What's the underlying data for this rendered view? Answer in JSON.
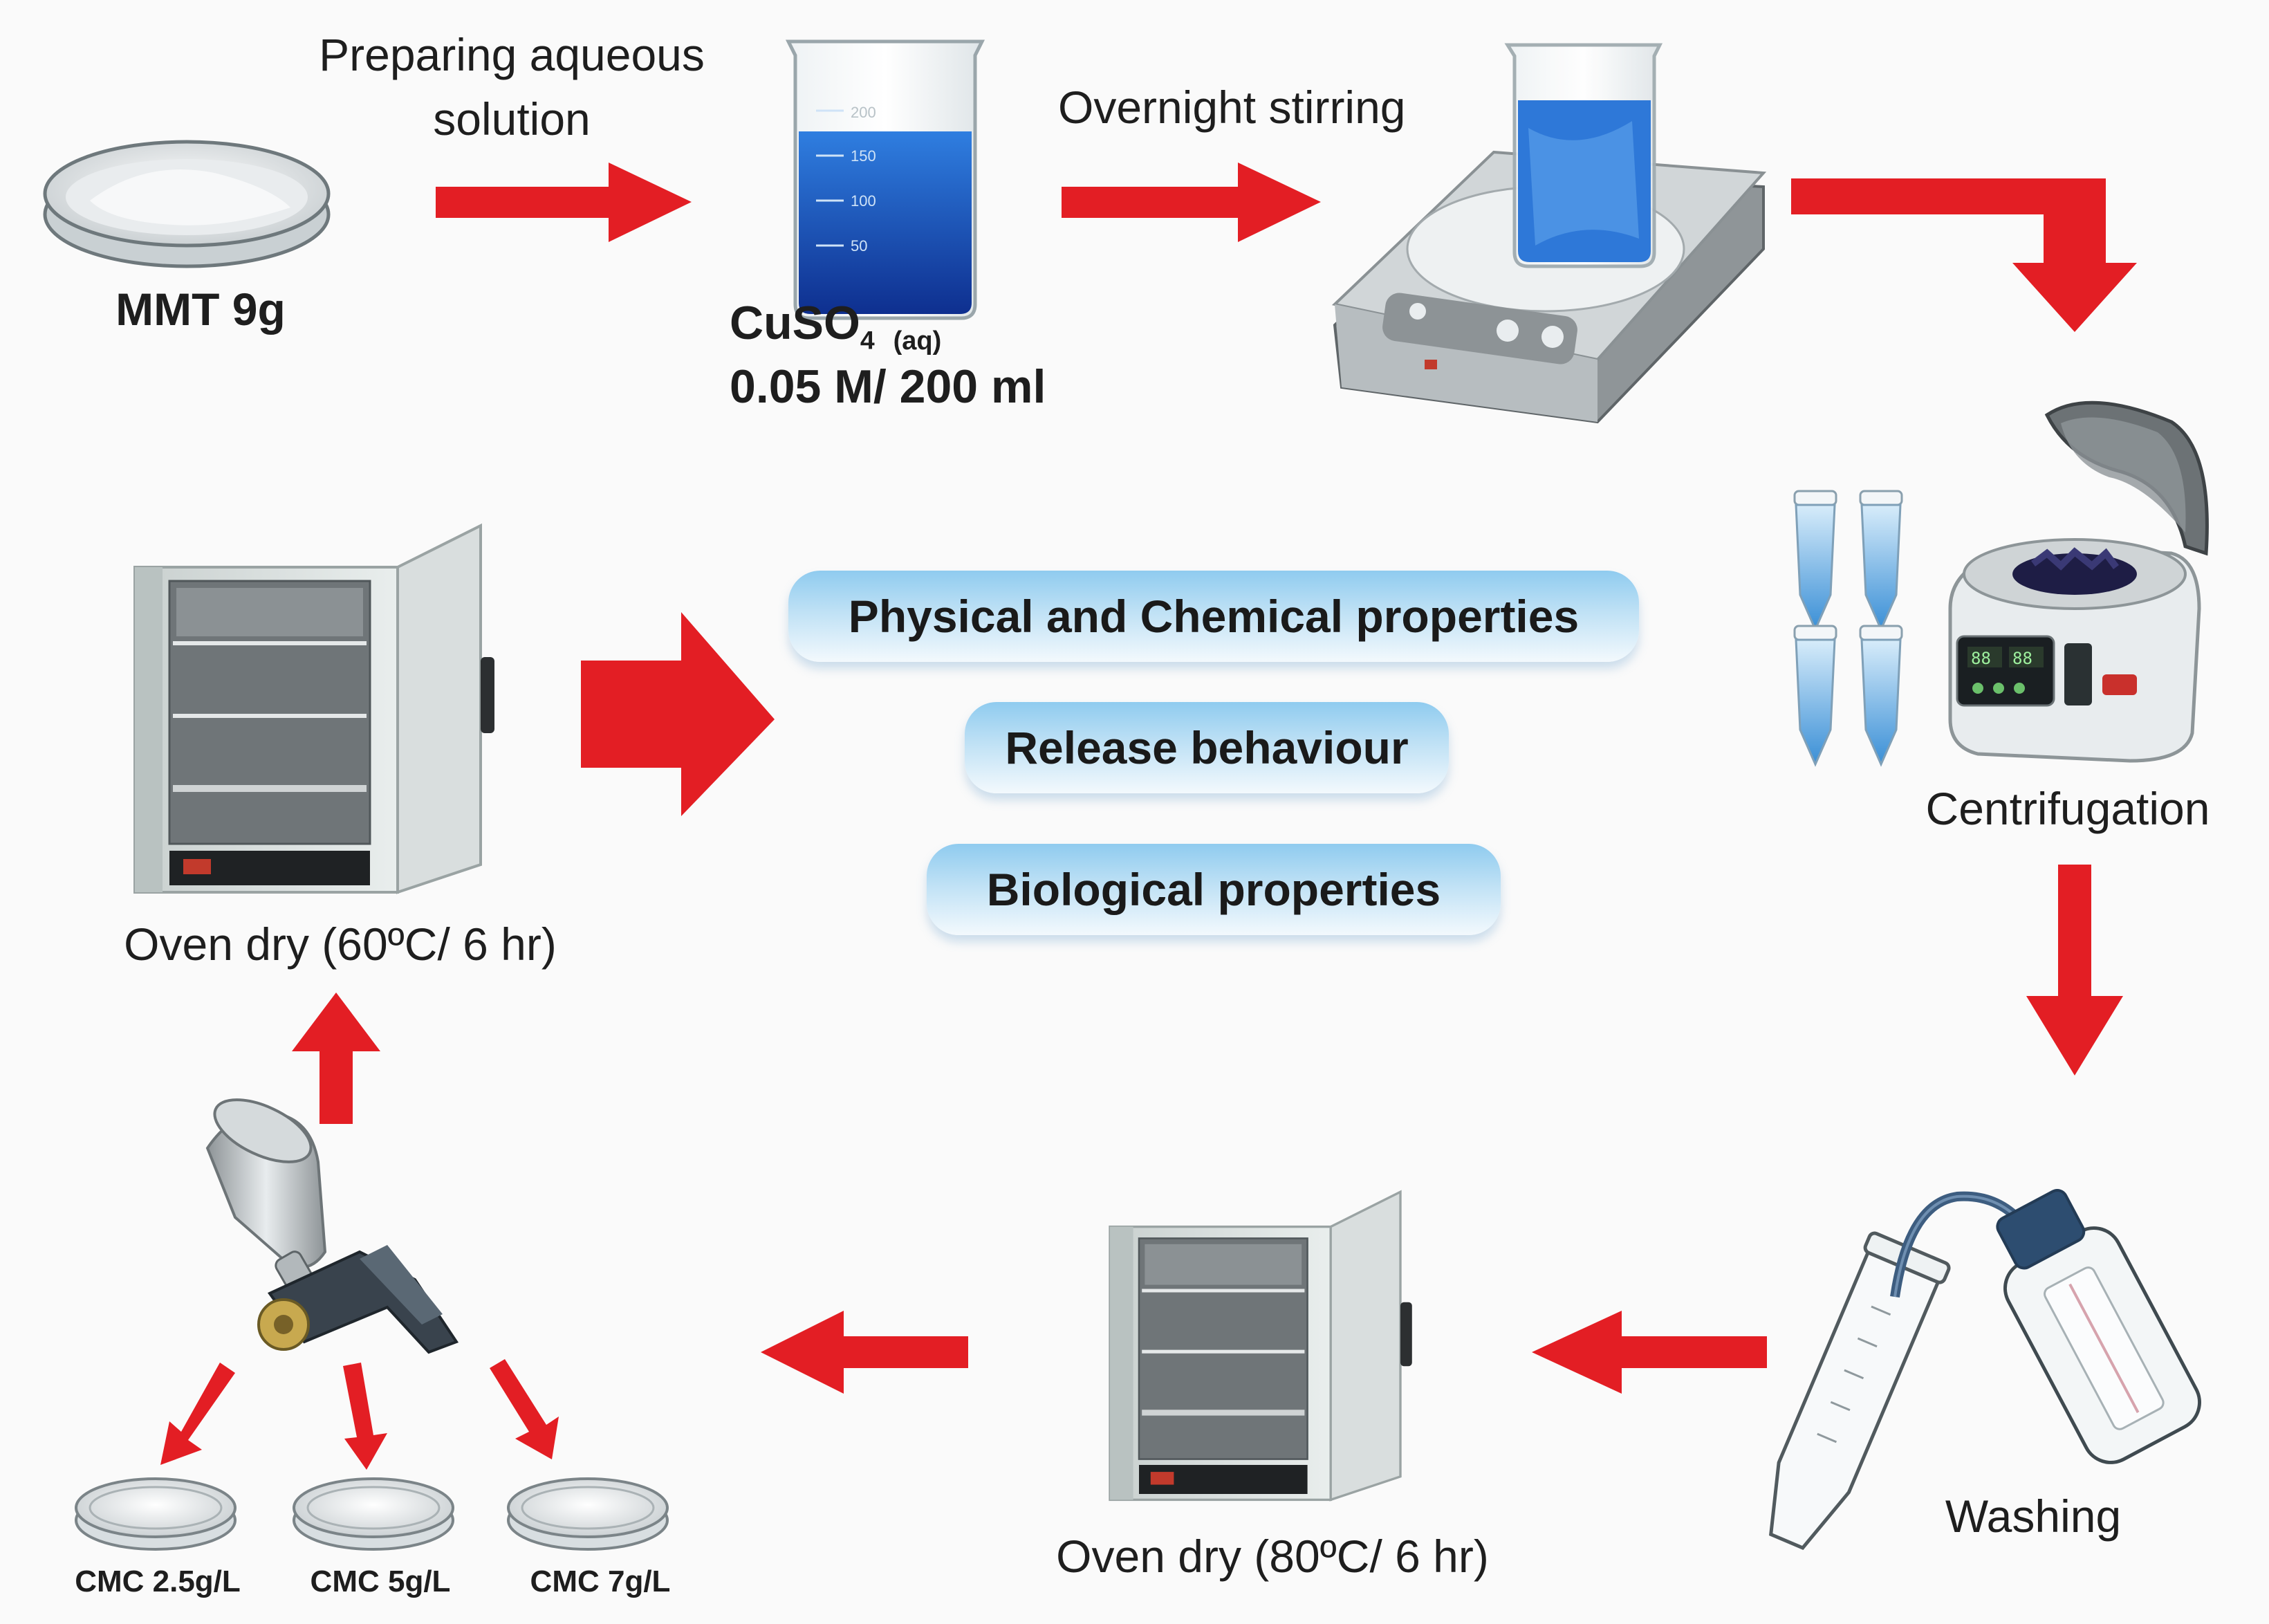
{
  "steps": {
    "mmt": "MMT 9g",
    "preparing_line1": "Preparing aqueous",
    "preparing_line2": "solution",
    "cuso4_formula": "CuSO",
    "cuso4_sub_num": "4",
    "cuso4_sub_state": "(aq)",
    "cuso4_conc": "0.05 M/ 200 ml",
    "stirring": "Overnight stirring",
    "centrifugation": "Centrifugation",
    "washing": "Washing",
    "oven_dry_80": "Oven dry (80ºC/ 6 hr)",
    "oven_dry_60": "Oven dry (60ºC/ 6 hr)",
    "cmc_1": "CMC 2.5g/L",
    "cmc_2": "CMC 5g/L",
    "cmc_3": "CMC 7g/L"
  },
  "properties": [
    "Physical and Chemical properties",
    "Release behaviour",
    "Biological properties"
  ],
  "beaker_marks": [
    "200",
    "150",
    "100",
    "50"
  ],
  "display_readouts": [
    "88",
    "88"
  ],
  "colors": {
    "arrow": "#e31e24",
    "liquid": "#1b58c7",
    "pill_top": "#8fcbef",
    "equipment_gray": "#9aa0a3"
  },
  "icons": [
    "petri-dish-icon",
    "beaker-icon",
    "hotplate-stirrer-icon",
    "centrifuge-icon",
    "microtube-icon",
    "wash-bottle-icon",
    "falcon-tube-icon",
    "oven-icon",
    "spray-gun-icon"
  ]
}
